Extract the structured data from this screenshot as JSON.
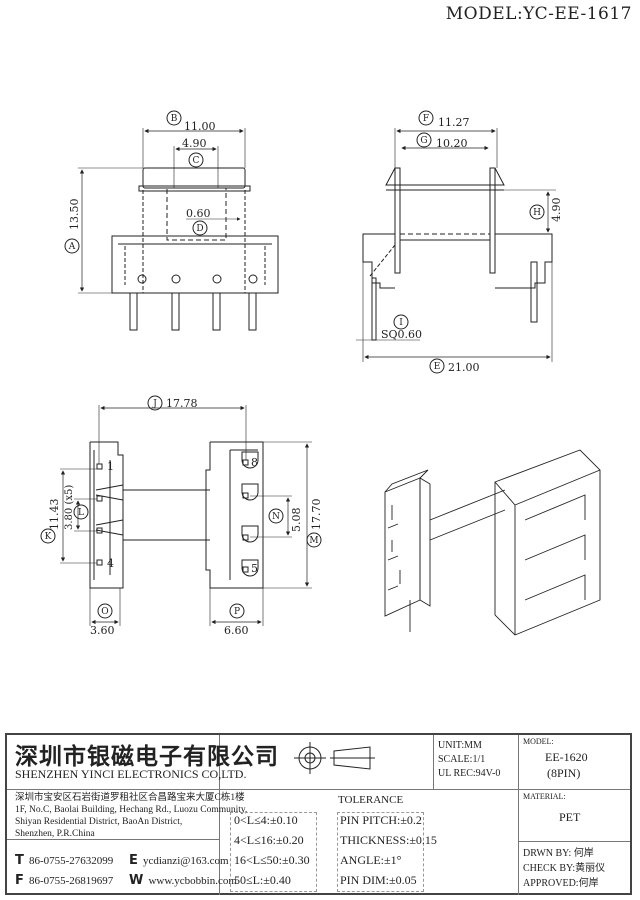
{
  "header": {
    "model_label": "MODEL:",
    "model_value": "YC-EE-1617"
  },
  "front_view": {
    "A": {
      "tag": "A",
      "value": "13.50"
    },
    "B": {
      "tag": "B",
      "value": "11.00"
    },
    "C": {
      "tag": "C",
      "value": "4.90"
    },
    "D": {
      "tag": "D",
      "value": "0.60"
    }
  },
  "side_view": {
    "E": {
      "tag": "E",
      "value": "21.00"
    },
    "F": {
      "tag": "F",
      "value": "11.27"
    },
    "G": {
      "tag": "G",
      "value": "10.20"
    },
    "H": {
      "tag": "H",
      "value": "4.90"
    },
    "I": {
      "tag": "I",
      "value": "SQ0.60"
    }
  },
  "bottom_view": {
    "J": {
      "tag": "J",
      "value": "17.78"
    },
    "K": {
      "tag": "K",
      "value": "11.43"
    },
    "L": {
      "tag": "L",
      "value": "3.80 (x5)"
    },
    "M": {
      "tag": "M",
      "value": "17.70"
    },
    "N": {
      "tag": "N",
      "value": "5.08"
    },
    "O": {
      "tag": "O",
      "value": "3.60"
    },
    "P": {
      "tag": "P",
      "value": "6.60"
    },
    "pins": {
      "p1": "1",
      "p4": "4",
      "p5": "5",
      "p8": "8"
    }
  },
  "title_block": {
    "company_cn": "深圳市银磁电子有限公司",
    "company_en": "SHENZHEN YINCI ELECTRONICS CO,LTD.",
    "address": [
      "深圳市宝安区石岩街道罗租社区合昌路宝来大厦C栋1楼",
      "1F, No.C, Baolai Building, Hechang Rd., Luozu Community,",
      "Shiyan Residential District, BaoAn District,",
      "Shenzhen, P.R.China"
    ],
    "contact": {
      "t_label": "T",
      "t_value": "86-0755-27632099",
      "f_label": "F",
      "f_value": "86-0755-26819697",
      "e_label": "E",
      "e_value": "ycdianzi@163.com",
      "w_label": "W",
      "w_value": "www.ycbobbin.com"
    },
    "unit": "UNIT:MM",
    "scale": "SCALE:1/1",
    "ul_rec": "UL REC:94V-0",
    "model_label": "MODEL:",
    "model_value": "EE-1620",
    "model_pins": "(8PIN)",
    "material_label": "MATERIAL:",
    "material_value": "PET",
    "tolerance_title": "TOLERANCE",
    "tolerance_left": [
      "0<L≤4:±0.10",
      "4<L≤16:±0.20",
      "16<L≤50:±0.30",
      "50≤L:±0.40"
    ],
    "tolerance_right": [
      "PIN PITCH:±0.2",
      "THICKNESS:±0.15",
      "ANGLE:±1°",
      "PIN DIM:±0.05"
    ],
    "drawn_by": "DRWN BY: 何岸",
    "check_by": "CHECK BY:黄丽仪",
    "approved": "APPROVED:何岸"
  }
}
